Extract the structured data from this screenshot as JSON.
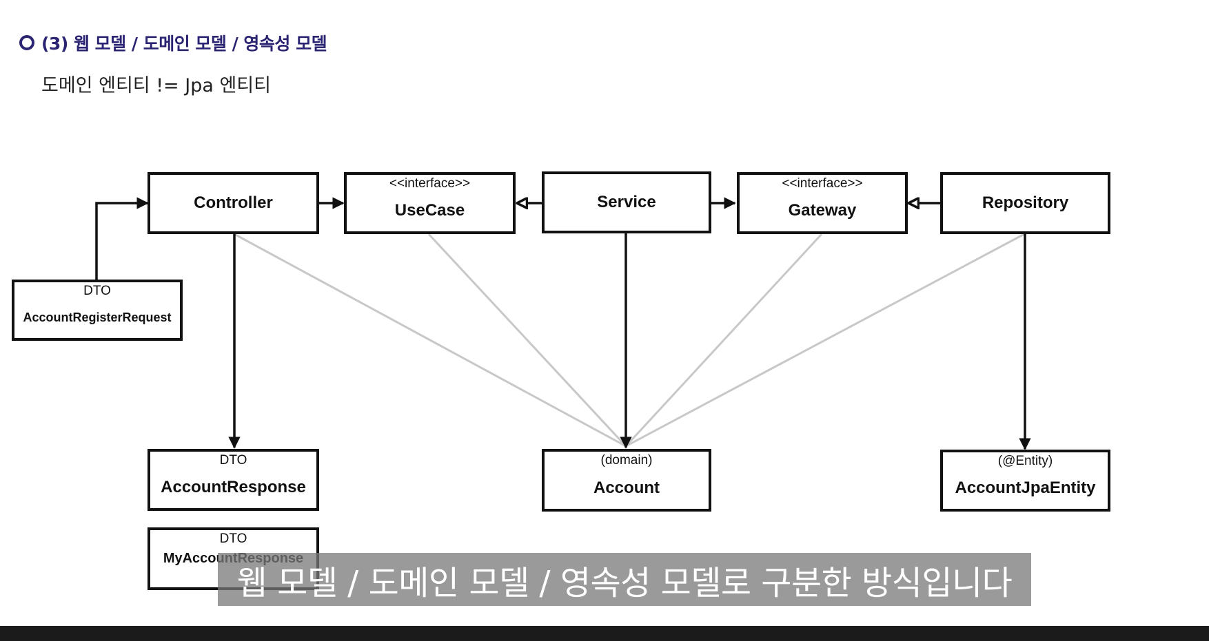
{
  "header": {
    "title": "(3) 웹 모델 / 도메인 모델 / 영속성 모델",
    "subtitle": "도메인 엔티티 != Jpa 엔티티"
  },
  "diagram": {
    "nodes": {
      "controller": {
        "label": "Controller"
      },
      "usecase": {
        "stereotype": "<<interface>>",
        "label": "UseCase"
      },
      "service": {
        "label": "Service"
      },
      "gateway": {
        "stereotype": "<<interface>>",
        "label": "Gateway"
      },
      "repository": {
        "label": "Repository"
      },
      "register_request": {
        "stereotype": "DTO",
        "label": "AccountRegisterRequest"
      },
      "account_response": {
        "stereotype": "DTO",
        "label": "AccountResponse"
      },
      "my_account_response": {
        "stereotype": "DTO",
        "label": "MyAccountResponse"
      },
      "account": {
        "stereotype": "(domain)",
        "label": "Account"
      },
      "jpa_entity": {
        "stereotype": "(@Entity)",
        "label": "AccountJpaEntity"
      }
    },
    "colors": {
      "arrow": "#111111",
      "dependency_line": "#c8c8c8",
      "heading": "#2a2473"
    }
  },
  "caption": {
    "text": "웹 모델 / 도메인 모델 / 영속성 모델로 구분한 방식입니다"
  }
}
